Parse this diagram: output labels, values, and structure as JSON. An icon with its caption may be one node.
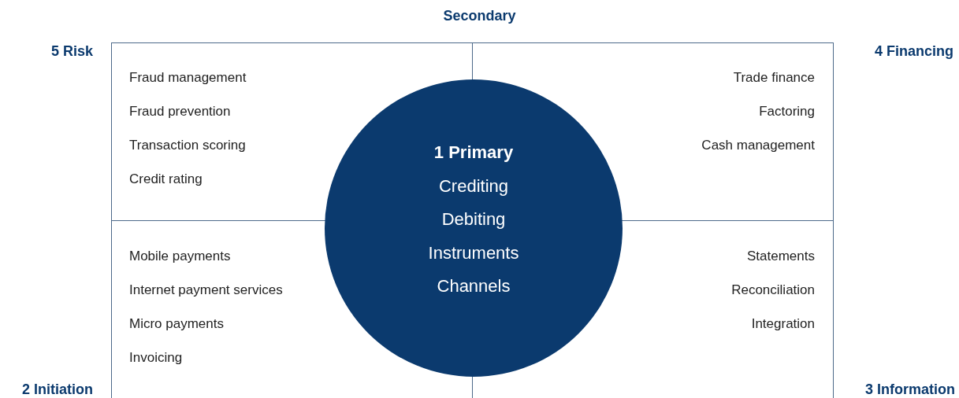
{
  "diagram": {
    "title": "Secondary",
    "nodes": [
      {
        "text": [
          "Fraud management",
          "Fraud prevention",
          "Transaction scoring",
          "Credit rating"
        ]
      },
      {
        "text": [
          "Trade finance",
          "Factoring",
          "Cash management"
        ]
      },
      {
        "text": [
          "1 Primary",
          "Crediting",
          "Debiting",
          "Instruments",
          "Channels"
        ]
      },
      {
        "text": [
          "Mobile payments",
          "Internet payment services",
          "Micro payments",
          "Invoicing"
        ]
      },
      {
        "text": [
          "Statements",
          "Reconciliation",
          "Integration"
        ]
      }
    ],
    "labels": [
      "5 Risk",
      "4 Financing",
      "2 Initiation",
      "3 Information"
    ]
  }
}
